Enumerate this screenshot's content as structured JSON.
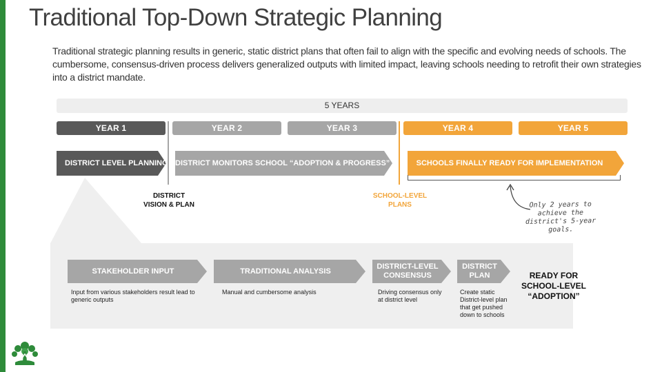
{
  "title": "Traditional Top-Down Strategic Planning",
  "subtitle": "Traditional strategic planning results in generic, static district plans that often fail to align with the specific and evolving needs of schools. The cumbersome, consensus-driven process delivers generalized outputs with limited impact, leaving schools needing to retrofit their own strategies into a district mandate.",
  "timeline": {
    "span_label": "5 YEARS",
    "years": [
      "YEAR 1",
      "YEAR 2",
      "YEAR 3",
      "YEAR 4",
      "YEAR 5"
    ],
    "phases": [
      "DISTRICT LEVEL PLANNING",
      "DISTRICT MONITORS SCHOOL “ADOPTION & PROGRESS”",
      "SCHOOLS FINALLY READY FOR IMPLEMENTATION"
    ],
    "milestones": [
      "DISTRICT\nVISION & PLAN",
      "SCHOOL-LEVEL\nPLANS"
    ],
    "note": "Only 2 years to achieve the district's 5-year goals."
  },
  "process": {
    "steps": [
      {
        "label": "STAKEHOLDER INPUT",
        "desc": "Input from various stakeholders result lead to generic outputs"
      },
      {
        "label": "TRADITIONAL ANALYSIS",
        "desc": "Manual and cumbersome analysis"
      },
      {
        "label": "DISTRICT-LEVEL CONSENSUS",
        "desc": "Driving consensus only at district level"
      },
      {
        "label": "DISTRICT PLAN",
        "desc": "Create static District-level plan that get pushed down to schools"
      }
    ],
    "final": "READY FOR SCHOOL-LEVEL “ADOPTION”"
  },
  "colors": {
    "accent_green": "#2e8b3a",
    "dark_gray": "#595959",
    "mid_gray": "#a6a6a6",
    "orange": "#f2a53a",
    "light_gray": "#eeeeee",
    "callout_gray": "#f2f2f2"
  },
  "icons": {
    "logo": "tree-logo-icon",
    "note_arrow": "curved-arrow-icon"
  }
}
